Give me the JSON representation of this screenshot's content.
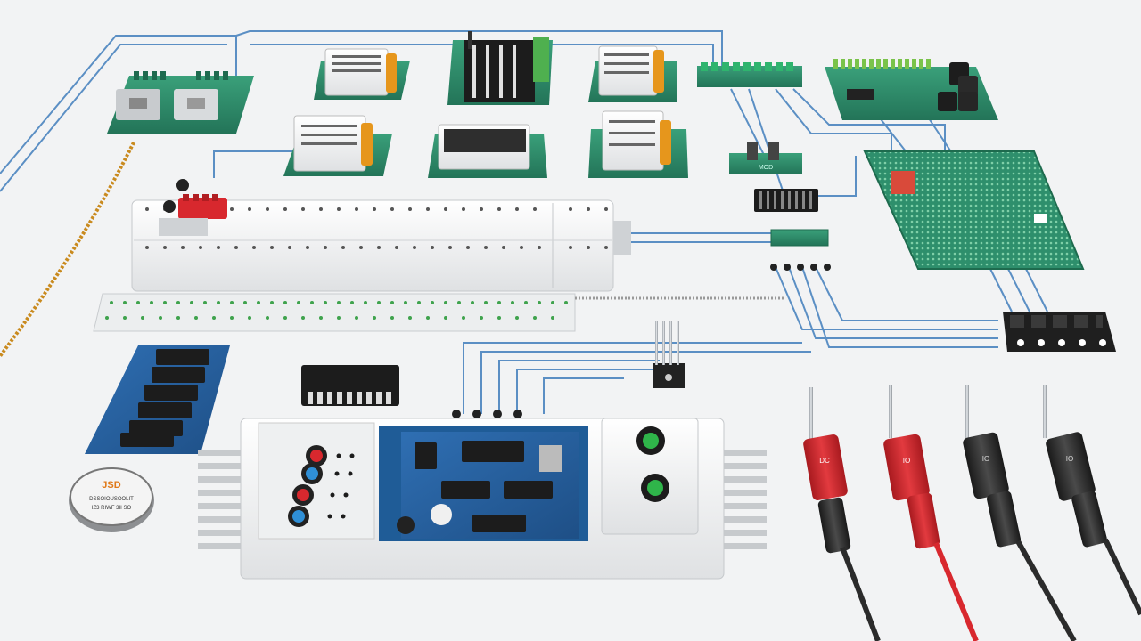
{
  "scene": {
    "background": "#f2f3f4",
    "wire_color": "#5b8fc4",
    "pcb_color": "#2f8f6a",
    "relay_color": "#e9eaec",
    "probe_red": "#d8282e",
    "probe_black": "#2b2b2b"
  },
  "labels": {
    "small_module_label": "MOD",
    "tape_brand": "JSD",
    "tape_line1": "DSSOIOUSOOLIT",
    "tape_line2": "IZ3 RIWF 3II SO",
    "probe_1": "DC",
    "probe_2": "IO",
    "probe_3": "IO",
    "probe_4": "IO"
  },
  "icons": {
    "relay": "relay-module-icon",
    "header": "pin-header-icon",
    "probe": "test-probe-icon",
    "chip": "ic-chip-icon",
    "tape": "tape-roll-icon"
  }
}
